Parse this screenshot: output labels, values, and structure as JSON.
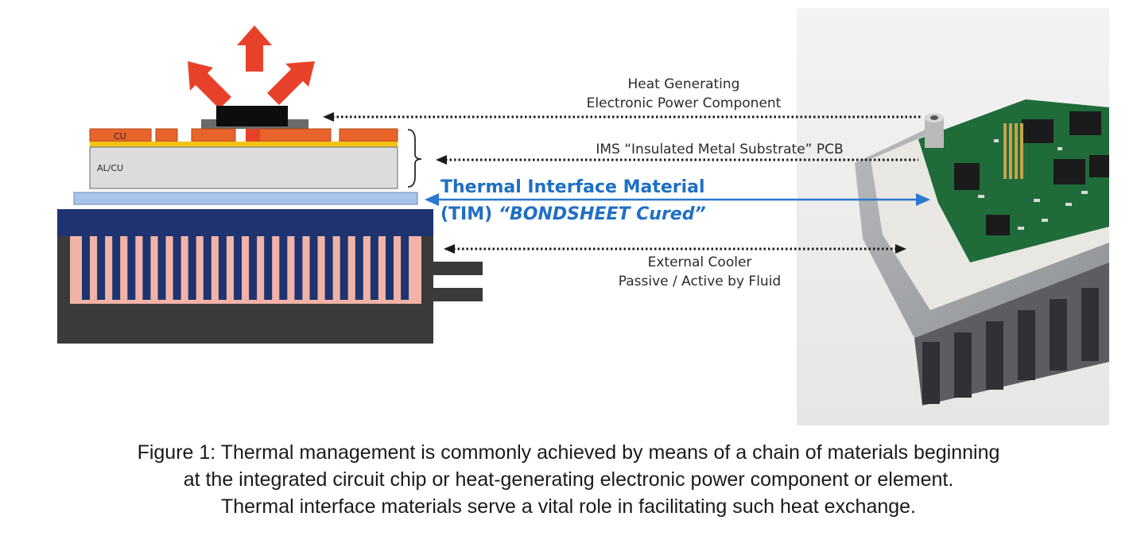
{
  "diagram": {
    "layer_labels": {
      "copper": "CU",
      "base": "AL/CU"
    },
    "callouts": {
      "heat_component": [
        "Heat Generating",
        "Electronic Power Component"
      ],
      "ims_pcb": "IMS “Insulated Metal Substrate” PCB",
      "tim": [
        "Thermal Interface Material",
        "(TIM) ",
        "“BONDSHEET Cured”"
      ],
      "cooler": [
        "External Cooler",
        "Passive / Active by Fluid"
      ]
    },
    "colors": {
      "heat_arrow": "#e8412a",
      "copper": "#e8642a",
      "tim_layer": "#a9c4ea",
      "tim_text": "#1f6fc4",
      "cooler_top": "#1e3370",
      "fins": "#1e3370",
      "coolant": "#f1b3a8",
      "cooler_body": "#3a3a3a",
      "pcb_green": "#1f6b3a",
      "heatsink": "#9a9c9f"
    }
  },
  "caption": {
    "lines": [
      "Figure 1: Thermal management is commonly achieved by means of a chain of materials beginning",
      "at the integrated circuit chip or heat-generating electronic power component or element.",
      "Thermal interface materials serve a vital role in facilitating such heat exchange."
    ]
  }
}
